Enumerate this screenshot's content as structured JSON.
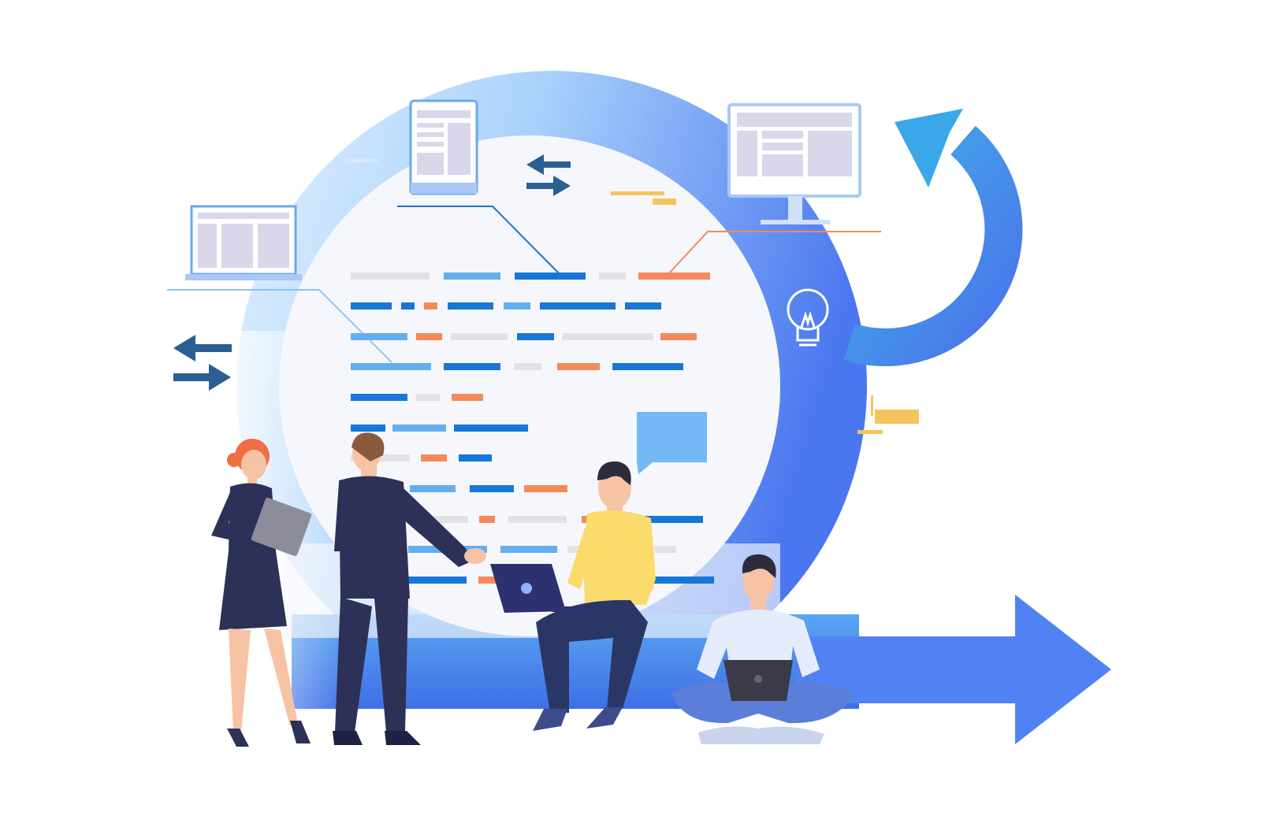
{
  "colors": {
    "background": "#ffffff",
    "ring_light": "#b9dcfb",
    "ring_dark": "#4d79f0",
    "inner_circle": "#f6f7fc",
    "bar_blue": "#1677d8",
    "bar_light_blue": "#63aef0",
    "bar_orange": "#f4895a",
    "bar_gray": "#e2e2e6",
    "arrow_dark": "#2a5f94",
    "cycle_arrow": "#3aa8e8",
    "accent_yellow": "#f6c45c",
    "speech_bubble": "#75b8f6",
    "navy": "#2d3157",
    "skin": "#f6c3a4",
    "yellow_shirt": "#fadb6c",
    "hair_red": "#f06d45",
    "hair_dark": "#2c2c3c"
  },
  "icons": [
    "laptop-icon",
    "tablet-icon",
    "monitor-icon",
    "lightbulb-icon",
    "swap-arrows-icon",
    "cycle-arrow-icon",
    "forward-arrow-icon",
    "speech-bubble-icon"
  ],
  "people": [
    "woman-with-tablet",
    "man-in-suit-pointing",
    "man-seated-with-laptop",
    "man-cross-legged-with-laptop"
  ]
}
